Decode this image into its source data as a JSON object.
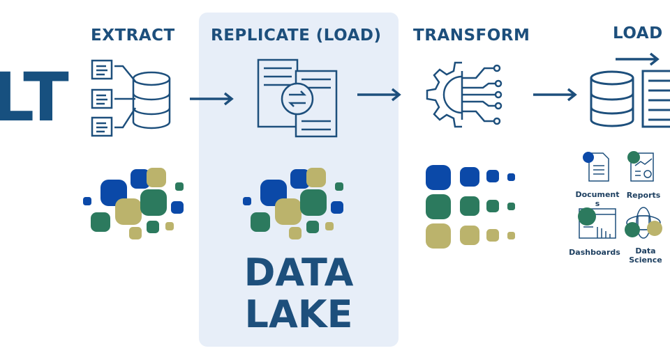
{
  "heading": "LT",
  "stages": [
    {
      "title": "EXTRACT"
    },
    {
      "title": "REPLICATE (LOAD)"
    },
    {
      "title": "TRANSFORM"
    },
    {
      "title": "LOAD"
    }
  ],
  "data_lake": {
    "line1": "DATA",
    "line2": "LAKE"
  },
  "outputs": [
    "Document\ns",
    "Reports",
    "Dashboards",
    "Data\nScience"
  ],
  "colors": {
    "primary": "#1d4f7c",
    "blue": "#0b49a8",
    "green": "#2c7a5e",
    "khaki": "#bbb36c",
    "panel": "#e7eef8"
  }
}
